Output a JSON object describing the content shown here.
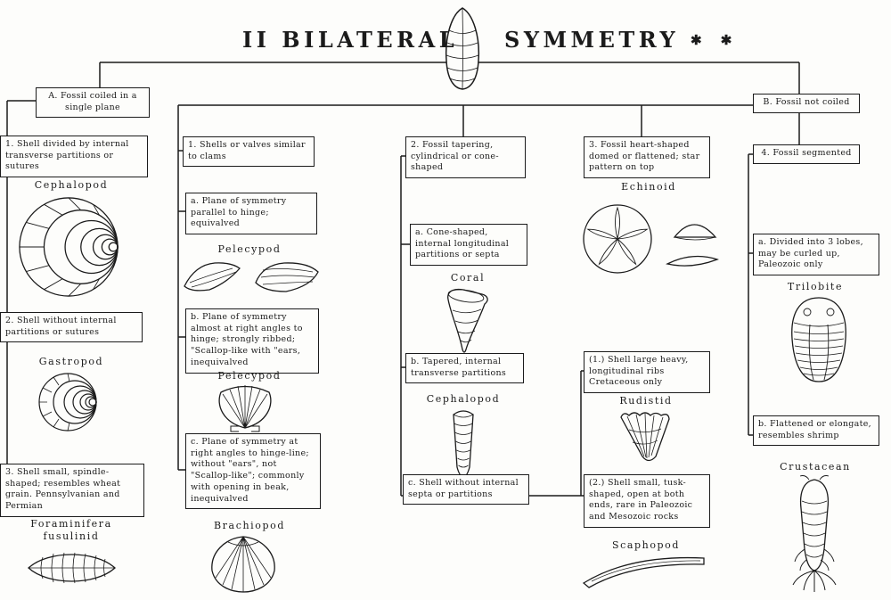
{
  "title": {
    "prefix": "II BILATERAL",
    "suffix": "SYMMETRY",
    "stars": "✱ ✱",
    "icon": "bivalve-shell-illustration"
  },
  "branches": {
    "a": "A. Fossil coiled in a single plane",
    "b": "B. Fossil not coiled"
  },
  "coiled": {
    "item1": {
      "text": "1. Shell divided by internal transverse partitions or sutures",
      "taxon": "Cephalopod",
      "icon": "ammonite-illustration"
    },
    "item2": {
      "text": "2. Shell without internal partitions or sutures",
      "taxon": "Gastropod",
      "icon": "gastropod-shell-illustration"
    },
    "item3": {
      "text": "3. Shell small, spindle-shaped; resembles wheat grain. Pennsylvanian and Permian",
      "taxon": "Foraminifera fusulinid",
      "icon": "fusulinid-illustration"
    }
  },
  "not_coiled": {
    "clams": {
      "text": "1. Shells or valves similar to clams",
      "a": {
        "text": "a. Plane of symmetry parallel to hinge; equivalved",
        "taxon": "Pelecypod",
        "icon": "mussel-pair-illustration"
      },
      "b": {
        "text": "b. Plane of symmetry almost at right angles to hinge; strongly ribbed; \"Scallop-like with \"ears, inequivalved",
        "taxon": "Pelecypod",
        "icon": "scallop-illustration"
      },
      "c": {
        "text": "c. Plane of symmetry at right angles to hinge-line; without \"ears\", not \"Scallop-like\"; commonly with opening in beak, inequivalved",
        "taxon": "Brachiopod",
        "icon": "brachiopod-illustration"
      }
    },
    "tapering": {
      "text": "2. Fossil tapering, cylindrical or cone-shaped",
      "a": {
        "text": "a. Cone-shaped, internal longitudinal partitions or septa",
        "taxon": "Coral",
        "icon": "horn-coral-illustration"
      },
      "b": {
        "text": "b. Tapered, internal transverse partitions",
        "taxon": "Cephalopod",
        "icon": "orthocone-illustration"
      },
      "c": {
        "text": "c. Shell without internal septa or partitions"
      },
      "c1": {
        "text": "(1.) Shell large heavy, longitudinal ribs Cretaceous only",
        "taxon": "Rudistid",
        "icon": "rudistid-illustration"
      },
      "c2": {
        "text": "(2.) Shell small, tusk-shaped, open at both ends, rare in Paleozoic and Mesozoic rocks",
        "taxon": "Scaphopod",
        "icon": "scaphopod-illustration"
      }
    },
    "heart_shaped": {
      "text": "3. Fossil heart-shaped domed or flattened; star pattern on top",
      "taxon": "Echinoid",
      "icon": "echinoid-views-illustration"
    },
    "segmented": {
      "text": "4. Fossil segmented",
      "a": {
        "text": "a. Divided into 3 lobes, may be curled up, Paleozoic only",
        "taxon": "Trilobite",
        "icon": "trilobite-illustration"
      },
      "b": {
        "text": "b. Flattened or elongate, resembles shrimp",
        "taxon": "Crustacean",
        "icon": "shrimp-illustration"
      }
    }
  },
  "colors": {
    "ink": "#1b1b1b",
    "paper": "#fdfdfb"
  }
}
